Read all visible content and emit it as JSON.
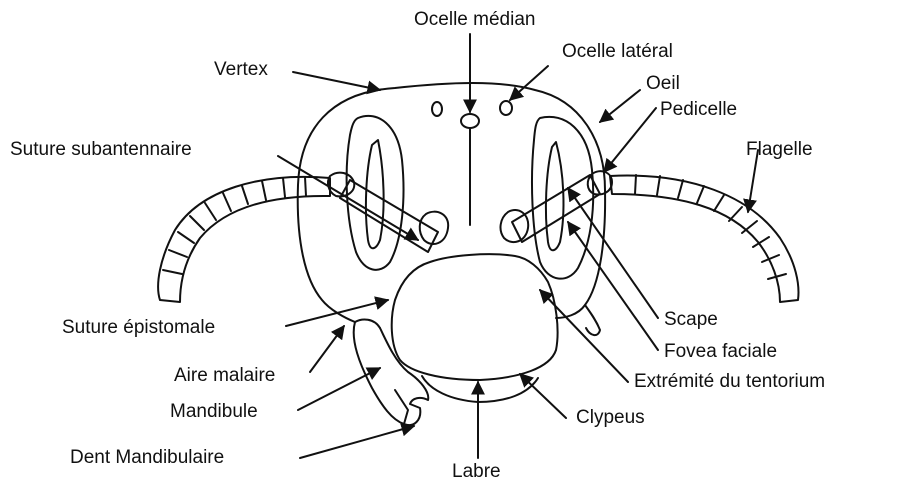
{
  "labels": {
    "ocelle_median": "Ocelle médian",
    "ocelle_lateral": "Ocelle latéral",
    "vertex": "Vertex",
    "oeil": "Oeil",
    "pedicelle": "Pedicelle",
    "suture_subantennaire": "Suture subantennaire",
    "flagelle": "Flagelle",
    "suture_epistomale": "Suture épistomale",
    "scape": "Scape",
    "fovea_faciale": "Fovea faciale",
    "aire_malaire": "Aire malaire",
    "extremite_tentorium": "Extrémité du tentorium",
    "mandibule": "Mandibule",
    "clypeus": "Clypeus",
    "dent_mandibulaire": "Dent Mandibulaire",
    "labre": "Labre"
  },
  "colors": {
    "ink": "#111111",
    "background": "#ffffff"
  }
}
